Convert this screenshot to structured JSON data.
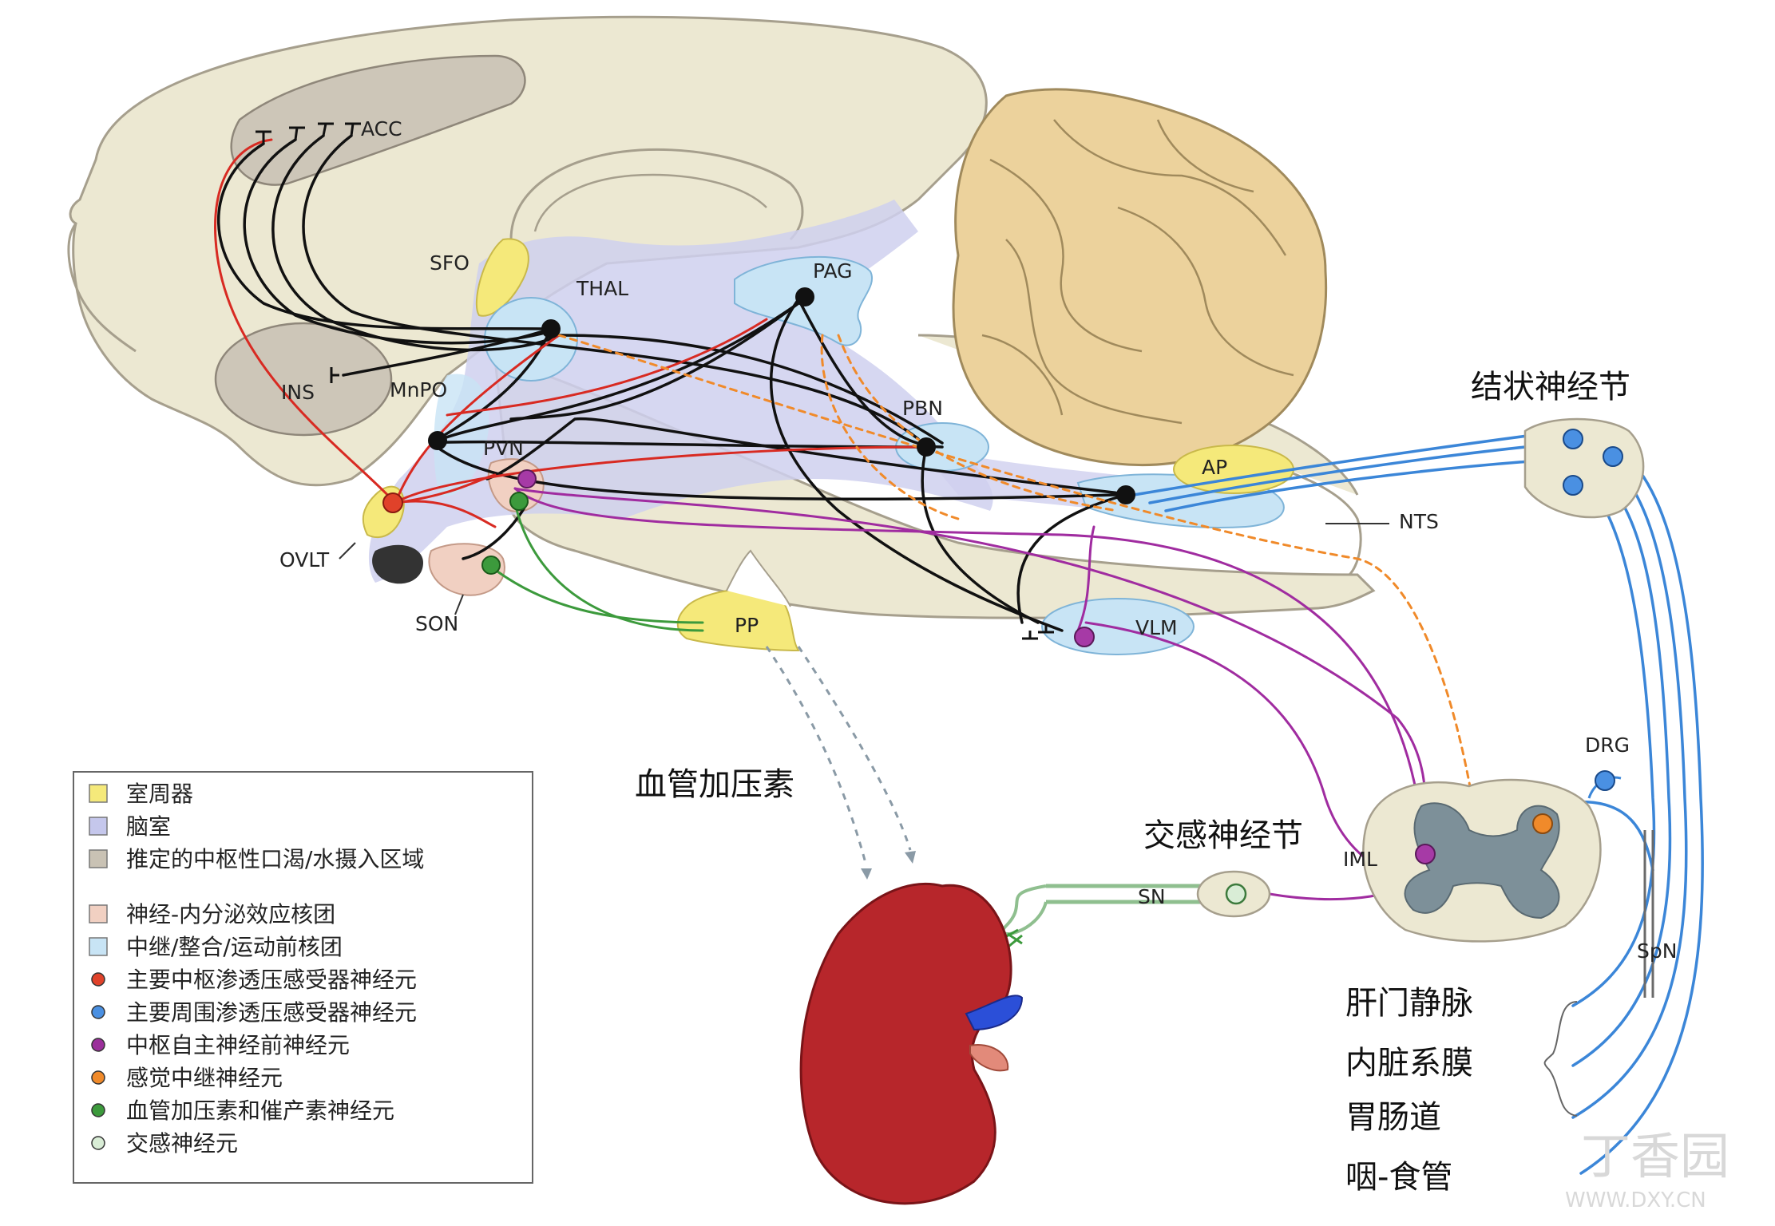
{
  "regions": {
    "acc": "ACC",
    "sfo": "SFO",
    "thal": "THAL",
    "pag": "PAG",
    "ins": "INS",
    "mnpo": "MnPO",
    "pvn": "PVN",
    "pbn": "PBN",
    "ovlt": "OVLT",
    "son": "SON",
    "pp": "PP",
    "ap": "AP",
    "nts": "NTS",
    "vlm": "VLM",
    "drg": "DRG",
    "iml": "IML",
    "sn": "SN",
    "spn": "SpN"
  },
  "big_labels": {
    "nodose_ganglion": "结状神经节",
    "vasopressin": "血管加压素",
    "sympathetic_ganglion": "交感神经节",
    "portal_vein": "肝门静脉",
    "mesentery": "内脏系膜",
    "gi_tract": "胃肠道",
    "pharynx_esophagus": "咽-食管"
  },
  "legend": [
    {
      "text": "室周器",
      "color": "#f5e97a",
      "shape": "square"
    },
    {
      "text": "脑室",
      "color": "#c5c7ec",
      "shape": "square"
    },
    {
      "text": "推定的中枢性口渴/水摄入区域",
      "color": "#c9c2b4",
      "shape": "square"
    },
    {
      "text": "神经-内分泌效应核团",
      "color": "#f1d0c2",
      "shape": "square"
    },
    {
      "text": "中继/整合/运动前核团",
      "color": "#c8e4f5",
      "shape": "square"
    },
    {
      "text": "主要中枢渗透压感受器神经元",
      "color": "#e0422a",
      "shape": "circle"
    },
    {
      "text": "主要周围渗透压感受器神经元",
      "color": "#4a90e2",
      "shape": "circle"
    },
    {
      "text": "中枢自主神经前神经元",
      "color": "#9b2f9b",
      "shape": "circle"
    },
    {
      "text": "感觉中继神经元",
      "color": "#f08a2a",
      "shape": "circle"
    },
    {
      "text": "血管加压素和催产素神经元",
      "color": "#3c9a3c",
      "shape": "circle"
    },
    {
      "text": "交感神经元",
      "color": "#d9edd6",
      "shape": "circle"
    }
  ],
  "watermark": {
    "brand": "丁香园",
    "url": "WWW.DXY.CN"
  },
  "colors": {
    "brain": "#ece8d2",
    "cerebellum": "#ecd29c",
    "ventricle": "#cfd0ef",
    "relay": "#c8e4f5",
    "cvo": "#f5e97a",
    "thirst": "#cdc6b8",
    "central_osmo": "#e0422a",
    "peripheral_osmo": "#3b86d8",
    "autonomic": "#9b2f9b",
    "sensory_relay": "#f08a2a",
    "vp_ot": "#3c9a3c",
    "kidney": "#b7262b"
  }
}
